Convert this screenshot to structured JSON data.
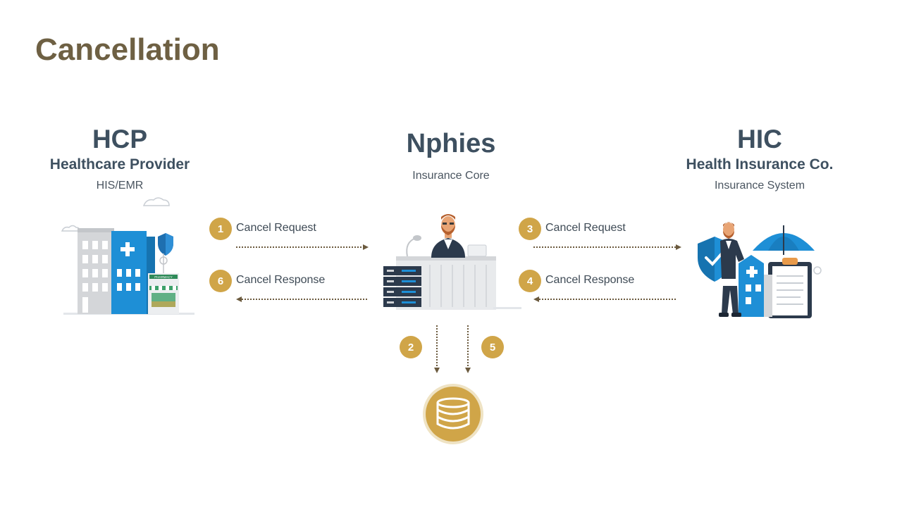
{
  "title": "Cancellation",
  "colors": {
    "title": "#6e6043",
    "heading": "#3e5060",
    "badge": "#d0a548",
    "arrow": "#6b5a3e",
    "blue": "#1e8fd6"
  },
  "hcp": {
    "title": "HCP",
    "subtitle": "Healthcare Provider",
    "system": "HIS/EMR",
    "icon": "hospital-building-icon",
    "pharmacy_sign": "PHARMACY"
  },
  "nphies": {
    "title": "Nphies",
    "system": "Insurance Core",
    "icon": "server-desk-operator-icon"
  },
  "hic": {
    "title": "HIC",
    "subtitle": "Health Insurance Co.",
    "system": "Insurance System",
    "icon": "insurance-agent-icon"
  },
  "steps": [
    {
      "num": "1",
      "label": "Cancel Request"
    },
    {
      "num": "2"
    },
    {
      "num": "3",
      "label": "Cancel Request"
    },
    {
      "num": "4",
      "label": "Cancel Response"
    },
    {
      "num": "5"
    },
    {
      "num": "6",
      "label": "Cancel Response"
    }
  ],
  "database": {
    "icon": "database-icon"
  }
}
